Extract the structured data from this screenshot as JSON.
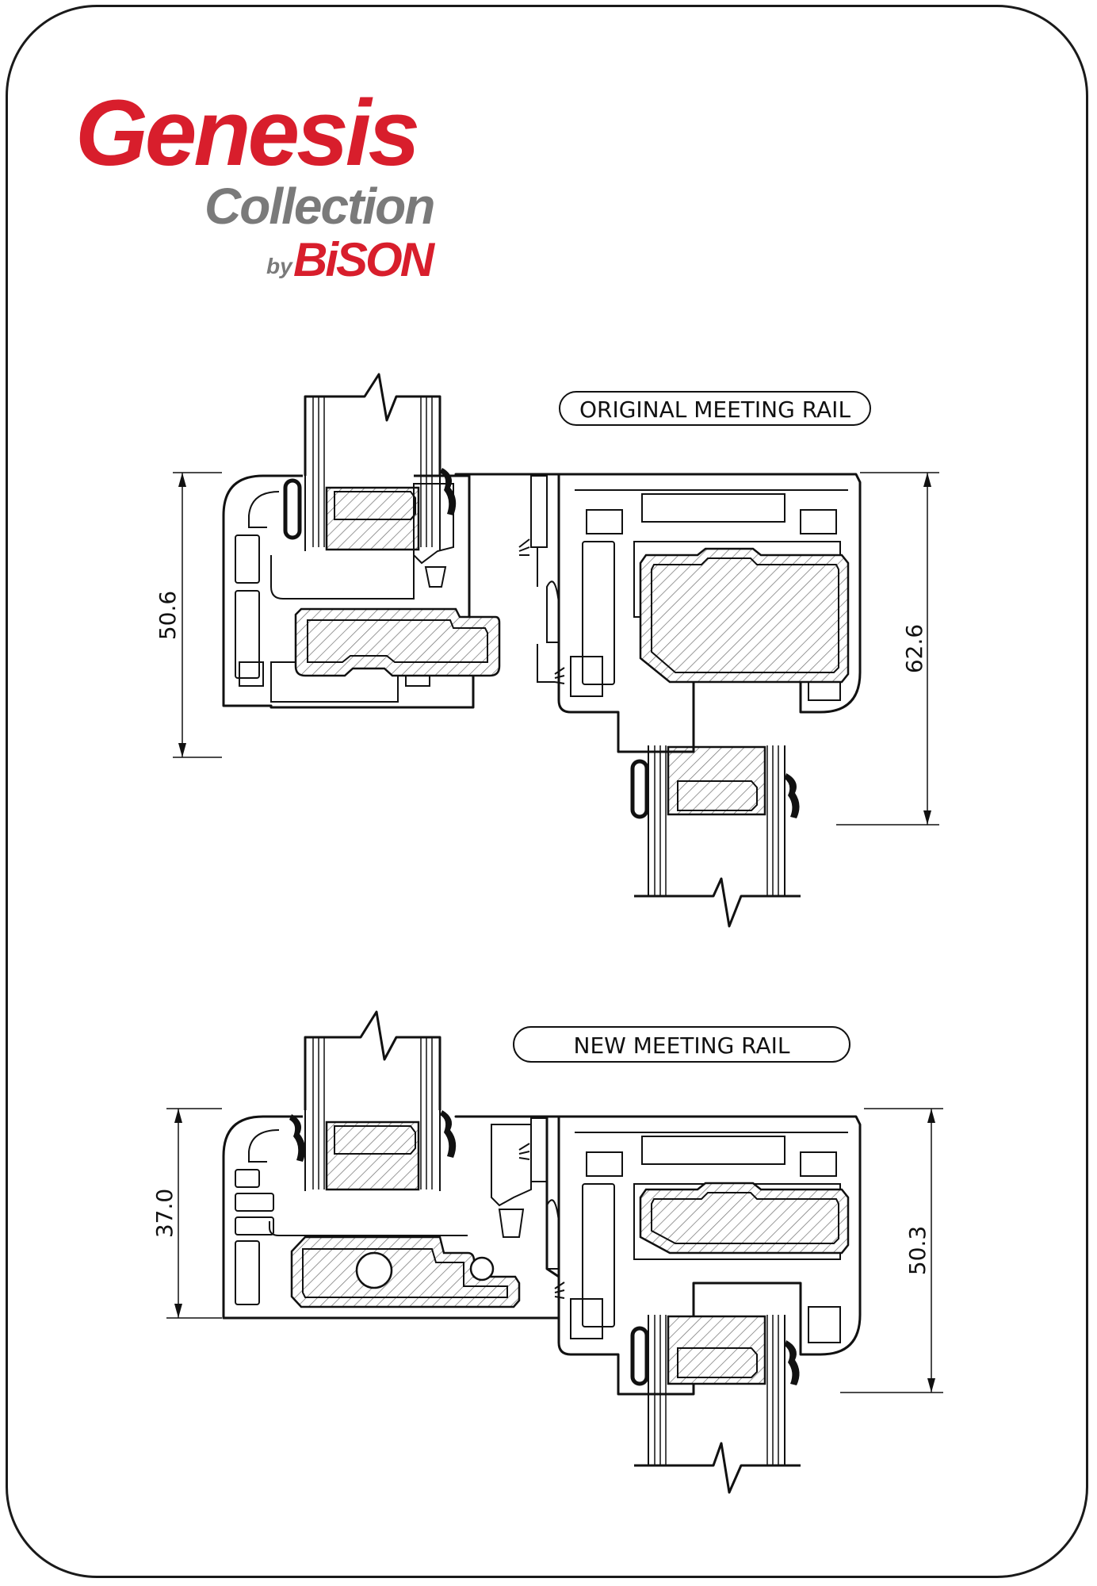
{
  "logo": {
    "word1": "Genesis",
    "word2": "Collection",
    "by": "by",
    "brand": "BiSON",
    "colors": {
      "red": "#d81e2c",
      "grey": "#7a7a7a"
    }
  },
  "sections": [
    {
      "label": "ORIGINAL MEETING RAIL",
      "dim_left": "50.6",
      "dim_right": "62.6"
    },
    {
      "label": "NEW MEETING RAIL",
      "dim_left": "37.0",
      "dim_right": "50.3"
    }
  ]
}
